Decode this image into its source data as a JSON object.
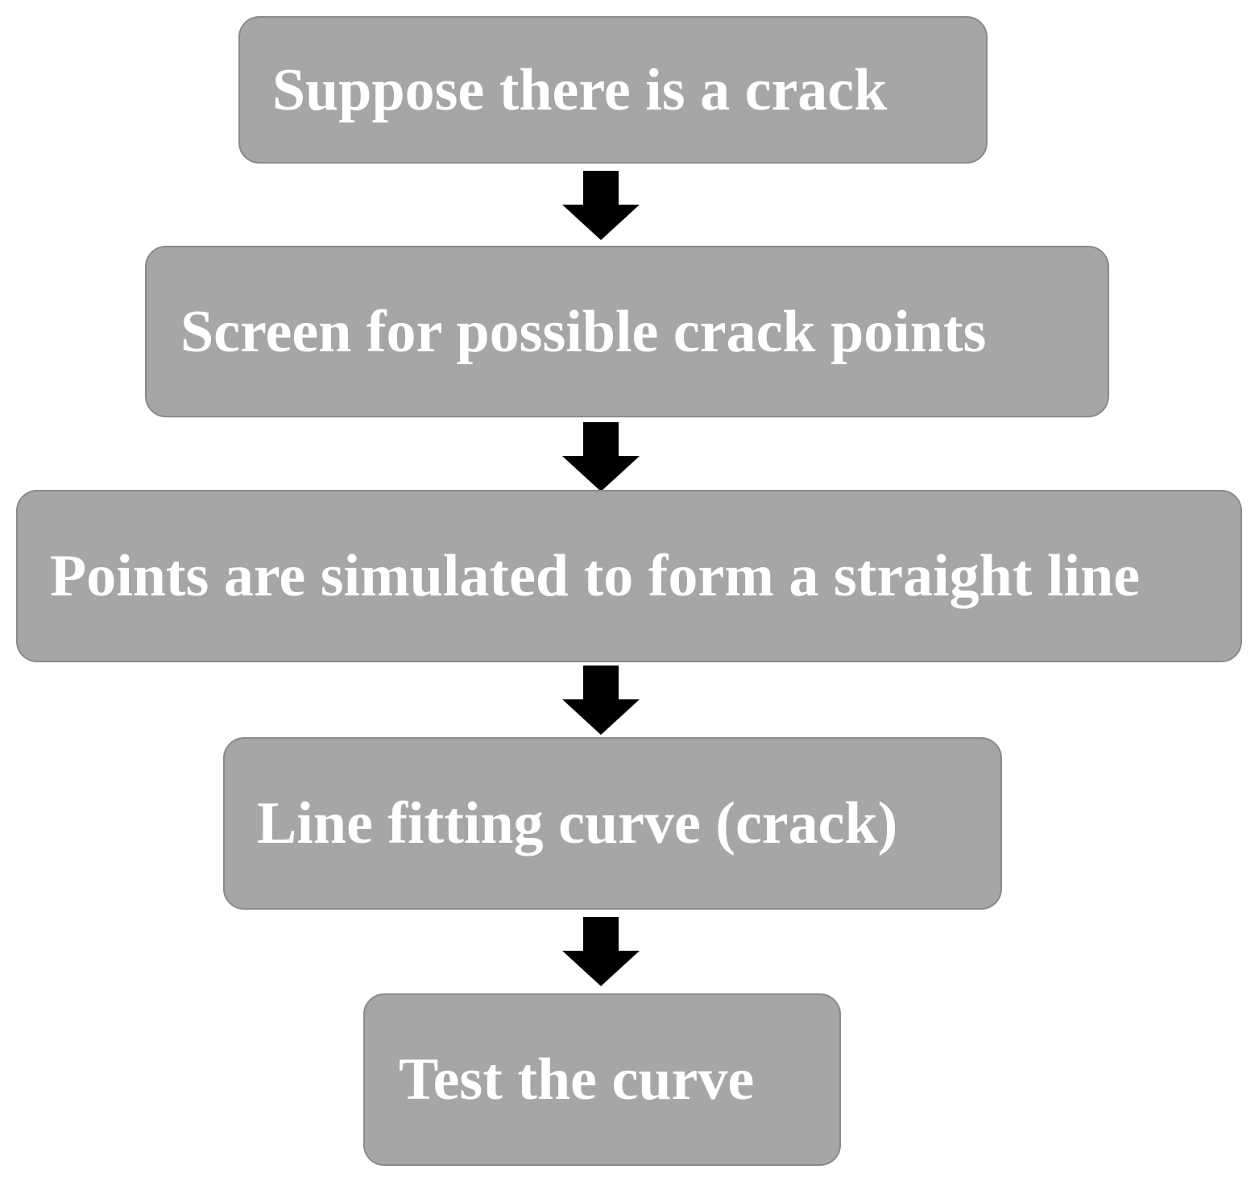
{
  "flowchart": {
    "steps": [
      {
        "label": "Suppose there is a crack"
      },
      {
        "label": "Screen for possible crack points"
      },
      {
        "label": "Points are simulated to form a straight line"
      },
      {
        "label": "Line fitting curve (crack)"
      },
      {
        "label": "Test the curve"
      }
    ],
    "colors": {
      "box_fill": "#a6a6a6",
      "box_border": "#8a8a8a",
      "text": "#ffffff",
      "arrow": "#000000"
    },
    "arrow_icon": "down-arrow-icon"
  }
}
